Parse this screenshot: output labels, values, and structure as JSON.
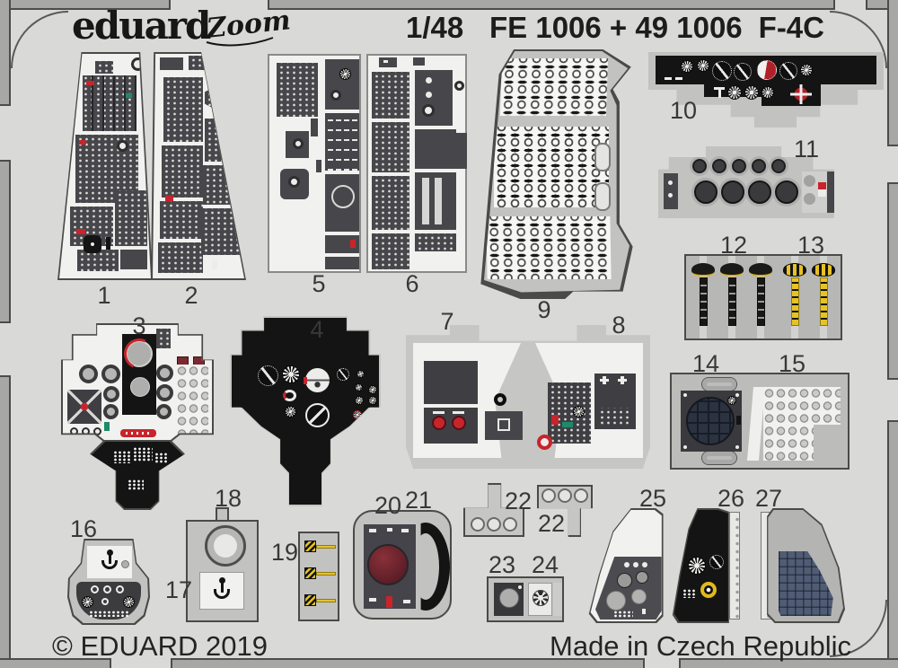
{
  "header": {
    "brand": "eduard",
    "brand_script": "Zoom",
    "scale": "1/48",
    "product_code": "FE 1006 + 49 1006",
    "aircraft": "F-4C"
  },
  "footer": {
    "copyright": "© EDUARD 2019",
    "origin": "Made in Czech Republic"
  },
  "colors": {
    "sheet": "#d9d9d7",
    "fret_edge": "#a7a7a5",
    "panel_dark": "#47474b",
    "panel_black": "#141414",
    "panel_white": "#f1f1ef",
    "accent_red": "#c8242c",
    "accent_yellow": "#e6c226",
    "accent_teal": "#1f8a6a",
    "radar_maroon": "#6e2630",
    "mosaic_blue": "#4e5a78"
  },
  "part_labels": [
    {
      "id": "part-1",
      "label": "1"
    },
    {
      "id": "part-2",
      "label": "2"
    },
    {
      "id": "part-3",
      "label": "3"
    },
    {
      "id": "part-4",
      "label": "4"
    },
    {
      "id": "part-5",
      "label": "5"
    },
    {
      "id": "part-6",
      "label": "6"
    },
    {
      "id": "part-7",
      "label": "7"
    },
    {
      "id": "part-8",
      "label": "8"
    },
    {
      "id": "part-9",
      "label": "9"
    },
    {
      "id": "part-10",
      "label": "10"
    },
    {
      "id": "part-11",
      "label": "11"
    },
    {
      "id": "part-12",
      "label": "12"
    },
    {
      "id": "part-13",
      "label": "13"
    },
    {
      "id": "part-14",
      "label": "14"
    },
    {
      "id": "part-15",
      "label": "15"
    },
    {
      "id": "part-16",
      "label": "16"
    },
    {
      "id": "part-17",
      "label": "17"
    },
    {
      "id": "part-18",
      "label": "18"
    },
    {
      "id": "part-19",
      "label": "19"
    },
    {
      "id": "part-20",
      "label": "20"
    },
    {
      "id": "part-21",
      "label": "21"
    },
    {
      "id": "part-22a",
      "label": "22"
    },
    {
      "id": "part-22b",
      "label": "22"
    },
    {
      "id": "part-23",
      "label": "23"
    },
    {
      "id": "part-24",
      "label": "24"
    },
    {
      "id": "part-25",
      "label": "25"
    },
    {
      "id": "part-26",
      "label": "26"
    },
    {
      "id": "part-27",
      "label": "27"
    }
  ]
}
